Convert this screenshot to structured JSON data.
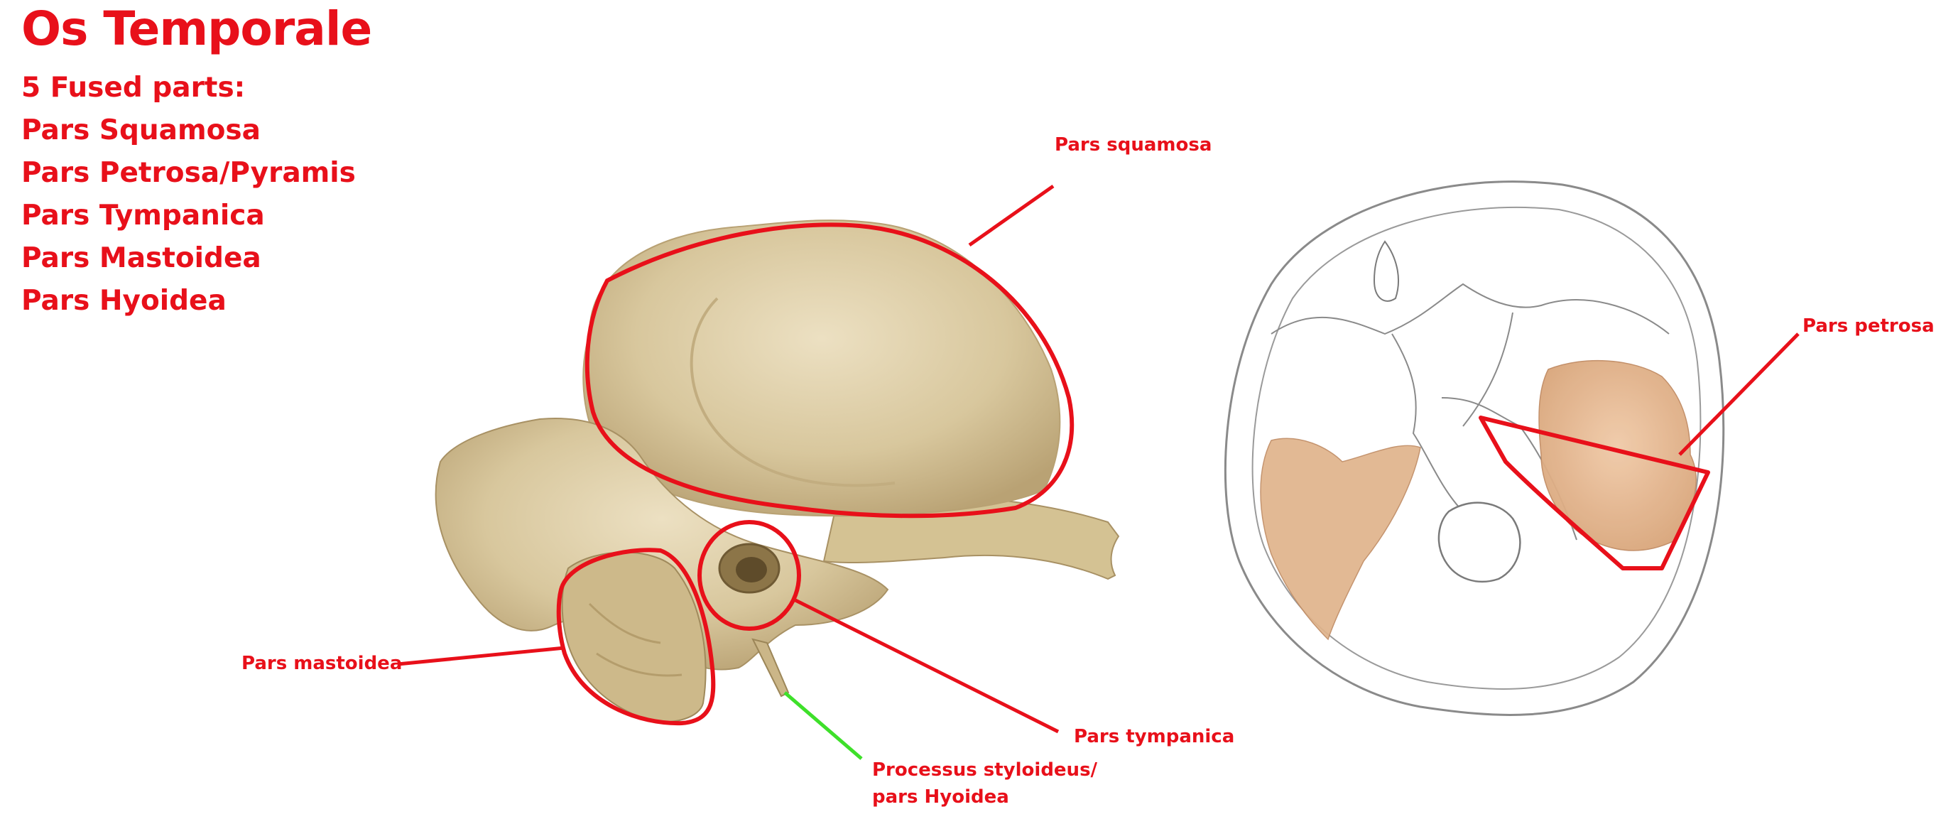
{
  "title": "Os Temporale",
  "subtitle": "5 Fused parts:",
  "parts": [
    "Pars Squamosa",
    "Pars Petrosa/Pyramis",
    "Pars Tympanica",
    "Pars Mastoidea",
    "Pars Hyoidea"
  ],
  "labels": {
    "squamosa": "Pars squamosa",
    "petrosa": "Pars petrosa",
    "mastoidea": "Pars mastoidea",
    "tympanica": "Pars tympanica",
    "styloideus_line1": "Processus styloideus/",
    "styloideus_line2": "pars Hyoidea"
  },
  "colors": {
    "annotation_red": "#e8101a",
    "annotation_green": "#3ee02a",
    "bone": "#d6c49a",
    "bone_shadow": "#b5a072",
    "petrosa_fill": "#e5b892",
    "skull_outline": "#8a8a8a"
  }
}
